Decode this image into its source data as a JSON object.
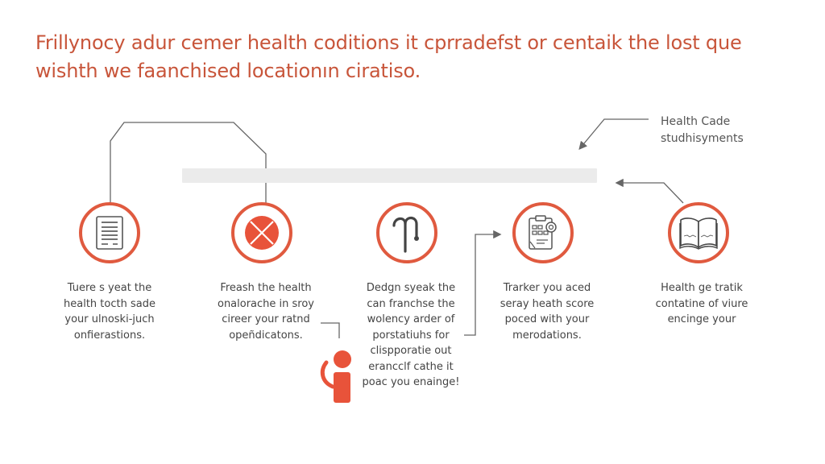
{
  "title": {
    "line1": "Frillynocy adur cemer health coditions it cprradefst or centaik the lost que",
    "line2": "wishth we faanchised locationın ciratiso."
  },
  "callout": {
    "line1": "Health Cade",
    "line2": "studhisyments"
  },
  "colors": {
    "accent": "#e05a3f",
    "title": "#c8553a",
    "bar": "#ebebeb",
    "line": "#666666",
    "text": "#444444"
  },
  "steps": [
    {
      "icon": "document-icon",
      "caption": [
        "Tuere s yeat the",
        "health tocth sade",
        "your ulnoski-juch",
        "onfierastions."
      ]
    },
    {
      "icon": "cancel-x-icon",
      "caption": [
        "Freash the health",
        "onalorache in sroy",
        "cireer your ratnd",
        "opeñdicatons."
      ]
    },
    {
      "icon": "cane-icon",
      "caption": [
        "Dedgn syeak the",
        "can franchse the",
        "wolency arder of",
        "porstatiuhs for",
        "clispporatie out",
        "erancclf cathe it",
        "poac you enainge!"
      ]
    },
    {
      "icon": "clipboard-icon",
      "caption": [
        "Trarker you aced",
        "seray heath score",
        "poced with your",
        "merodations."
      ]
    },
    {
      "icon": "open-book-icon",
      "caption": [
        "Health ge tratik",
        "contatine of viure",
        "encinge your"
      ]
    }
  ]
}
